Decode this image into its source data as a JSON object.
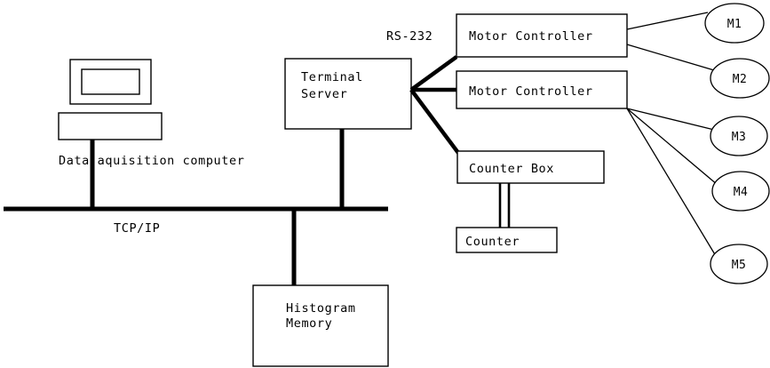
{
  "diagram": {
    "title": "Data acquisition system block diagram",
    "background_color": "#ffffff",
    "stroke_color": "#000000",
    "nodes": {
      "computer": {
        "monitor_label": "",
        "caption": "Data aquisition computer"
      },
      "terminal_server": {
        "line1": "Terminal",
        "line2": "Server"
      },
      "motor_controller_1": {
        "label": "Motor Controller"
      },
      "motor_controller_2": {
        "label": "Motor Controller"
      },
      "counter_box": {
        "label": "Counter Box"
      },
      "counter": {
        "label": "Counter"
      },
      "histogram_memory": {
        "line1": "Histogram",
        "line2": "Memory"
      },
      "motors": [
        {
          "label": "M1"
        },
        {
          "label": "M2"
        },
        {
          "label": "M3"
        },
        {
          "label": "M4"
        },
        {
          "label": "M5"
        }
      ]
    },
    "edge_labels": {
      "rs232": "RS-232",
      "tcpip": "TCP/IP"
    }
  }
}
